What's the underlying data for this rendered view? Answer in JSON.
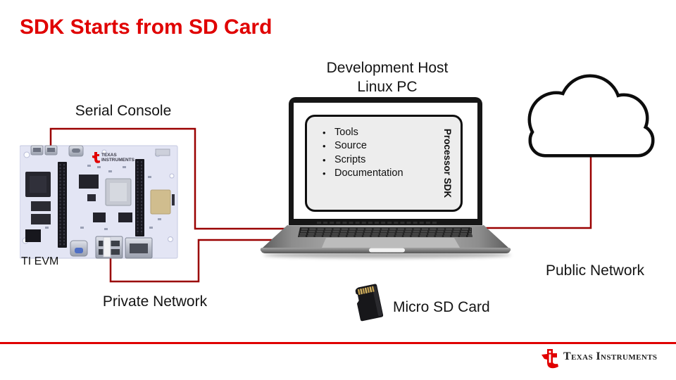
{
  "slide": {
    "title": "SDK Starts from SD Card",
    "development_host": {
      "line1": "Development Host",
      "line2": "Linux PC"
    },
    "laptop": {
      "bullets": [
        "Tools",
        "Source",
        "Scripts",
        "Documentation"
      ],
      "side_label": "Processor SDK"
    },
    "labels": {
      "serial_console": "Serial Console",
      "ti_evm": "TI EVM",
      "private_network": "Private Network",
      "micro_sd_card": "Micro SD Card",
      "public_network": "Public Network"
    },
    "board_silk": {
      "line1": "Texas",
      "line2": "Instruments"
    },
    "footer": {
      "brand": "Texas Instruments"
    },
    "colors": {
      "title_red": "#e00000",
      "connector_red": "#9a0000",
      "footer_rule_red": "#e00000",
      "ti_logo_red": "#e10000",
      "screen_panel_gray": "#ededed"
    }
  }
}
